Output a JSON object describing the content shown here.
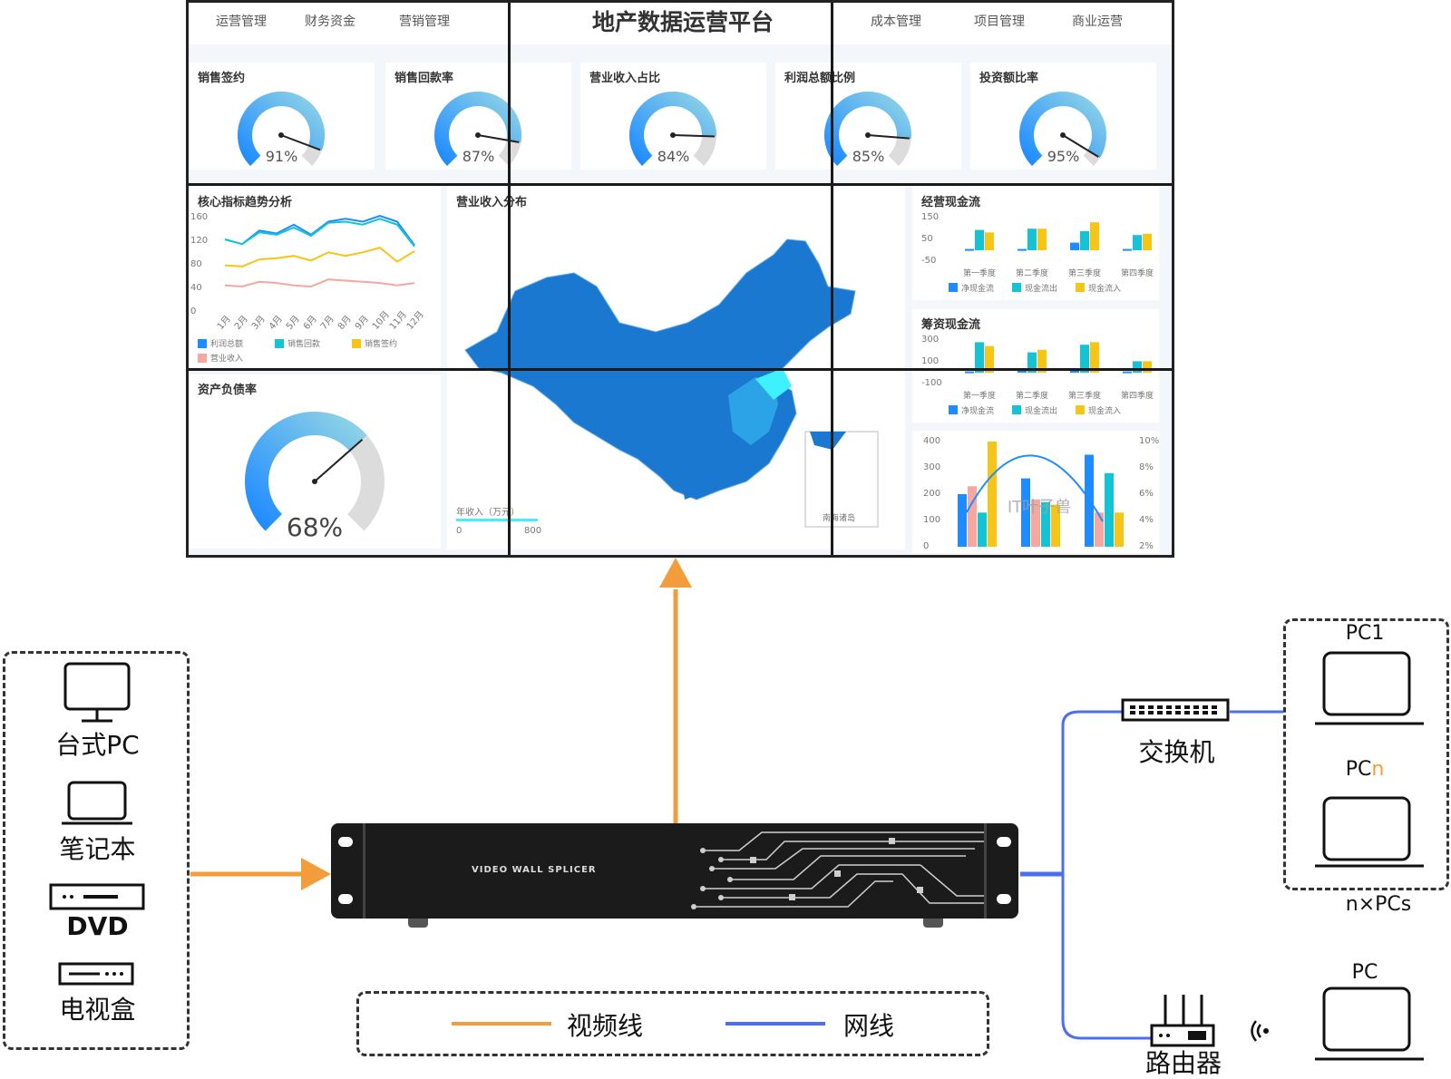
{
  "wall": {
    "title": "地产数据运营平台",
    "nav_left": [
      "运营管理",
      "财务资金",
      "营销管理"
    ],
    "nav_right": [
      "成本管理",
      "项目管理",
      "商业运营"
    ],
    "gauges": [
      {
        "title": "销售签约",
        "value": "91%",
        "pct": 0.91
      },
      {
        "title": "销售回款率",
        "value": "87%",
        "pct": 0.87
      },
      {
        "title": "营业收入占比",
        "value": "84%",
        "pct": 0.84
      },
      {
        "title": "利润总额比例",
        "value": "85%",
        "pct": 0.85
      },
      {
        "title": "投资额比率",
        "value": "95%",
        "pct": 0.95
      }
    ],
    "trend": {
      "title": "核心指标趋势分析",
      "y_ticks": [
        "160",
        "120",
        "80",
        "40",
        "0"
      ],
      "months": [
        "1月",
        "2月",
        "3月",
        "4月",
        "5月",
        "6月",
        "7月",
        "8月",
        "9月",
        "10月",
        "11月",
        "12月"
      ],
      "legend": [
        "利润总额",
        "销售回款",
        "销售签约",
        "营业收入"
      ]
    },
    "map": {
      "title": "营业收入分布",
      "legend_title": "年收入（万元）",
      "min": "0",
      "max": "800",
      "inset": "南海诸岛"
    },
    "debt": {
      "title": "资产负债率",
      "value": "68%",
      "pct": 0.68
    },
    "cashflow": {
      "title": "经营现金流",
      "y_ticks": [
        "150",
        "50",
        "-50"
      ],
      "quarters": [
        "第一季度",
        "第二季度",
        "第三季度",
        "第四季度"
      ],
      "legend": [
        "净现金流",
        "现金流出",
        "现金流入"
      ]
    },
    "financing": {
      "title": "筹资现金流",
      "y_ticks": [
        "300",
        "100",
        "-100"
      ],
      "quarters": [
        "第一季度",
        "第二季度",
        "第三季度",
        "第四季度"
      ],
      "legend": [
        "净现金流",
        "现金流出",
        "现金流入"
      ]
    },
    "combo": {
      "y_left": [
        "400",
        "300",
        "200",
        "100",
        "0"
      ],
      "y_right": [
        "10%",
        "8%",
        "6%",
        "4%",
        "2%"
      ],
      "watermark": "IT叶子兽"
    }
  },
  "splicer": {
    "label": "VIDEO WALL SPLICER"
  },
  "sources": [
    "台式PC",
    "笔记本",
    "DVD",
    "电视盒"
  ],
  "network": {
    "switch": "交换机",
    "router": "路由器",
    "pc1": "PC1",
    "pcn_prefix": "PC",
    "pcn_suffix": "n",
    "npcs": "n×PCs",
    "pc": "PC"
  },
  "legend": {
    "video": "视频线",
    "net": "网线"
  },
  "colors": {
    "video_line": "#f39c3c",
    "net_line": "#4a6ff0",
    "accent_n": "#f39c3c"
  }
}
